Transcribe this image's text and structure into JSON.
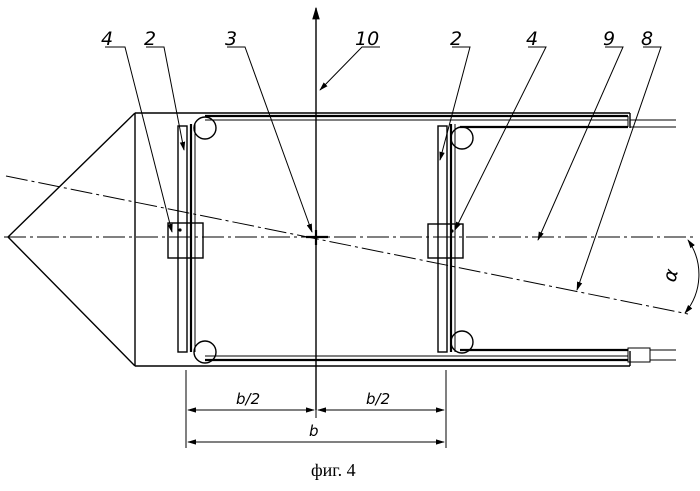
{
  "callouts": {
    "left_holder": "4",
    "left_rail": "2",
    "center": "3",
    "axis": "10",
    "right_rail": "2",
    "right_holder": "4",
    "horizontal_line": "9",
    "inclined_line": "8"
  },
  "dimensions": {
    "half_left": "b/2",
    "half_right": "b/2",
    "total": "b"
  },
  "angle_label": "α",
  "caption": "фиг. 4"
}
